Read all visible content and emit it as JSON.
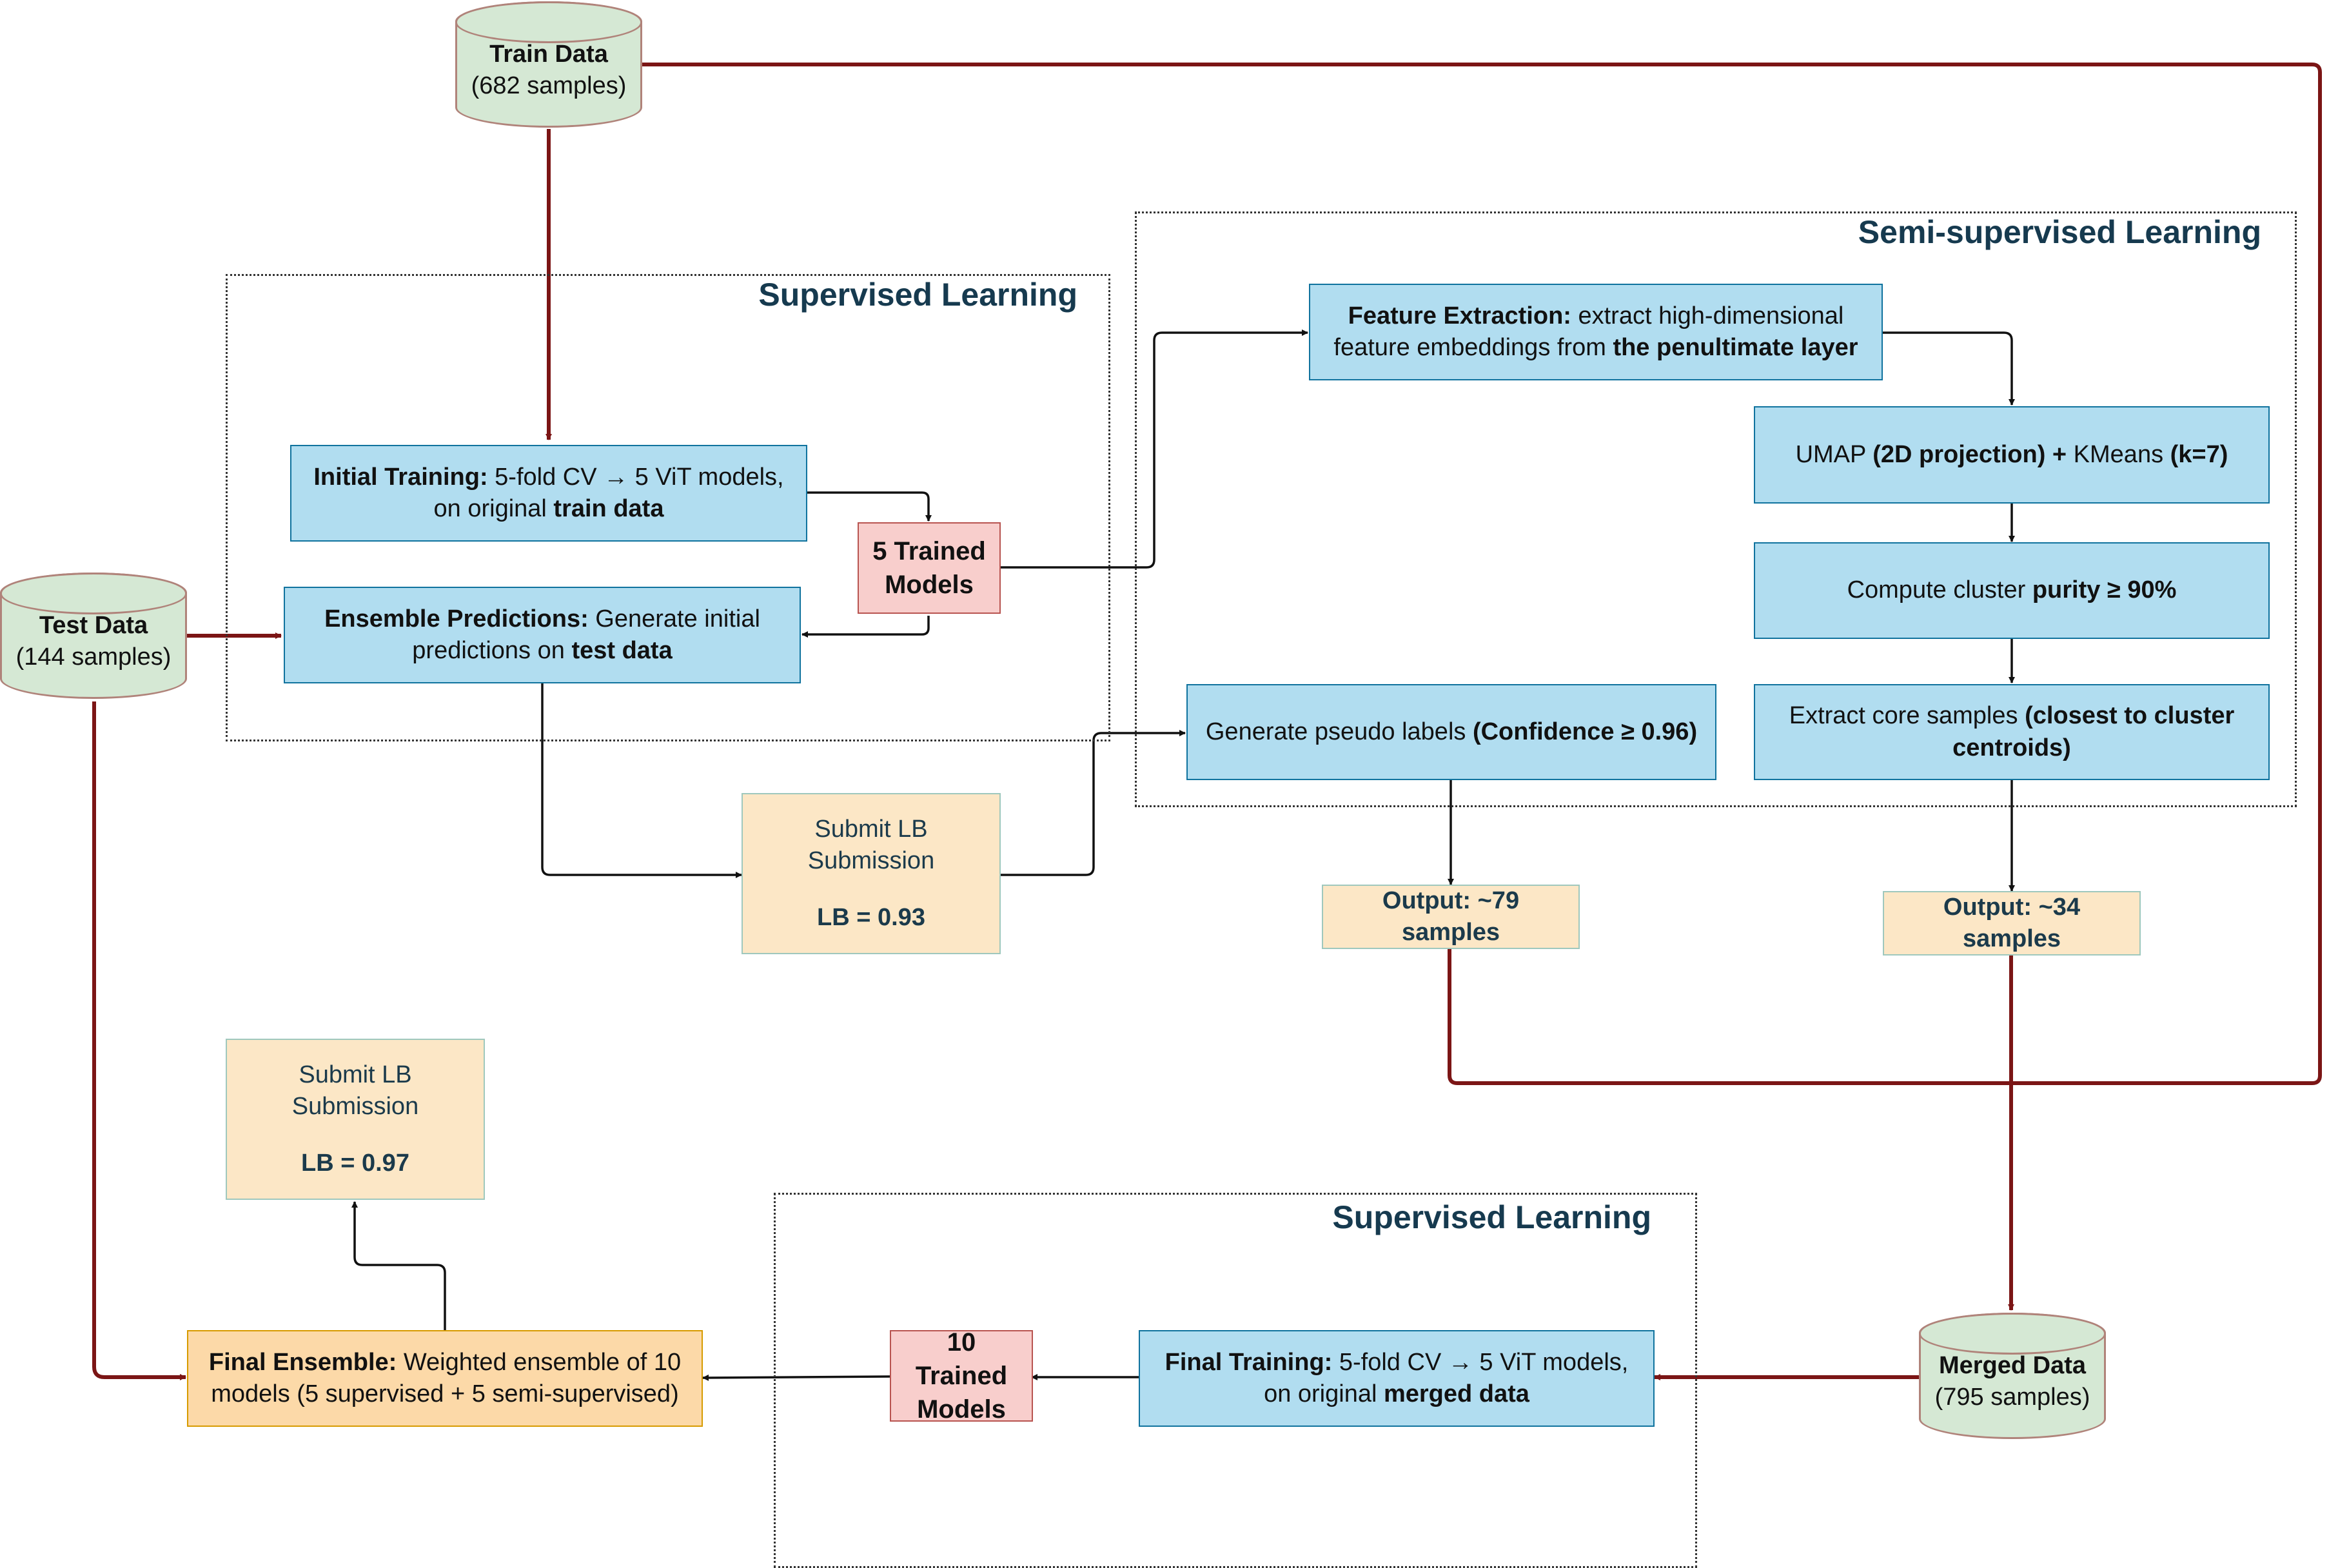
{
  "regions": {
    "supervised_top": "Supervised Learning",
    "semi": "Semi-supervised Learning",
    "supervised_bottom": "Supervised Learning"
  },
  "nodes": {
    "train_data": {
      "title": "Train Data",
      "sub": "(682 samples)"
    },
    "test_data": {
      "title": "Test Data",
      "sub": "(144 samples)"
    },
    "merged_data": {
      "title": "Merged Data",
      "sub": "(795 samples)"
    },
    "initial_training": {
      "bold": "Initial Training:",
      "text1": " 5-fold CV → 5 ViT models,",
      "text2": "on original ",
      "bold2": "train data"
    },
    "trained5": {
      "line1": "5 Trained",
      "line2": "Models"
    },
    "ensemble_pred": {
      "bold": "Ensemble Predictions:",
      "text1": " Generate initial",
      "text2": "predictions on ",
      "bold2": "test data"
    },
    "submit1": {
      "line1": "Submit LB",
      "line2": "Submission",
      "score": "LB = 0.93"
    },
    "feature_extraction": {
      "bold": "Feature Extraction:",
      "text1": " extract high-dimensional",
      "text2": "feature embeddings from ",
      "bold2": "the penultimate layer"
    },
    "umap": {
      "t1": "UMAP ",
      "b1": "(2D projection)",
      "t2": " + ",
      "t3": "KMeans ",
      "b2": "(k=7)"
    },
    "purity": {
      "t1": "Compute cluster ",
      "b1": "purity ≥ 90%"
    },
    "core": {
      "t1": "Extract core samples ",
      "b1": "(closest to cluster",
      "b2": "centroids)"
    },
    "pseudo": {
      "t1": "Generate pseudo labels ",
      "b1": "(Confidence ≥ 0.96)"
    },
    "output79": "Output: ~79 samples",
    "output34": "Output: ~34 samples",
    "submit2": {
      "line1": "Submit LB",
      "line2": "Submission",
      "score": "LB = 0.97"
    },
    "final_ensemble": {
      "bold": "Final Ensemble:",
      "text1": " Weighted ensemble of 10",
      "text2": "models (5 supervised + 5 semi-supervised)"
    },
    "trained10": {
      "line1": "10 Trained",
      "line2": "Models"
    },
    "final_training": {
      "bold": "Final Training:",
      "text1": " 5-fold CV → 5 ViT models,",
      "text2": "on original ",
      "bold2": "merged data"
    }
  },
  "colors": {
    "data_flow_arrow": "#7b1515",
    "process_arrow": "#111111",
    "process_box": "#b1ddf0",
    "model_box": "#f8cecc",
    "output_box": "#fce7c6",
    "data_cylinder": "#d5e8d4",
    "final_box": "#fcd9a8"
  }
}
